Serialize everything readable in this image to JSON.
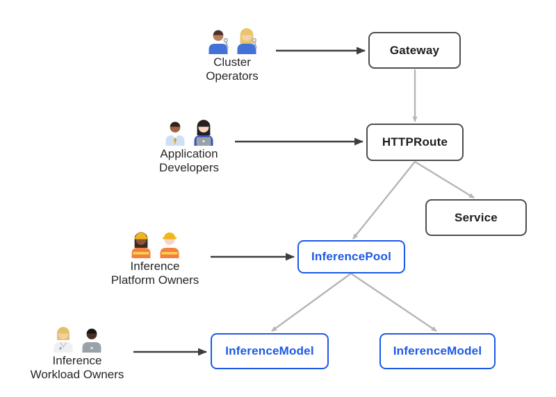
{
  "colors": {
    "background": "#ffffff",
    "node_border": "#4d4d4d",
    "node_text": "#1d1d1d",
    "accent_blue": "#1b58e6",
    "connector_gray": "#b5b5b5",
    "arrow_dark": "#3d3d3d",
    "label_text": "#262626"
  },
  "nodes": {
    "gateway": {
      "label": "Gateway"
    },
    "httproute": {
      "label": "HTTPRoute"
    },
    "service": {
      "label": "Service"
    },
    "inference_pool": {
      "label": "InferencePool"
    },
    "inference_model_left": {
      "label": "InferenceModel"
    },
    "inference_model_right": {
      "label": "InferenceModel"
    }
  },
  "personas": {
    "cluster_operators": {
      "line1": "Cluster",
      "line2": "Operators",
      "emoji": "👨🏽‍🔧 👩🏼‍🔧"
    },
    "application_developers": {
      "line1": "Application",
      "line2": "Developers",
      "emoji": "👨🏾‍💼 👩🏻‍💻"
    },
    "inference_platform_owners": {
      "line1": "Inference",
      "line2": "Platform Owners",
      "emoji": "👷🏾‍♀️ 👷🏻"
    },
    "inference_workload_owners": {
      "line1": "Inference",
      "line2": "Workload Owners",
      "emoji": "🧑🏼‍⚕️ 👨🏿‍💻"
    }
  }
}
